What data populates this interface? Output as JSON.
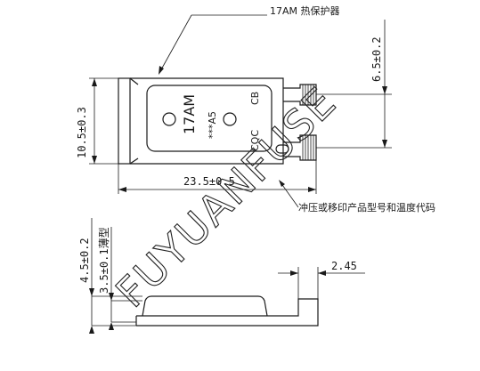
{
  "labels": {
    "part_callout": "17AM  热保护器",
    "code_callout": "冲压或移印产品型号和温度代码",
    "dim_length": "23.5±0.5",
    "dim_width": "10.5±0.3",
    "dim_terminal": "6.5±0.2",
    "dim_height": "4.5±0.2",
    "dim_height_thin": "3.5±0.1薄型",
    "dim_tab": "2.45"
  },
  "body_marking": {
    "model": "17AM",
    "temp_code": "***A5",
    "cert_cb": "CB",
    "cert_cqc": "CQC"
  },
  "watermark": "FUYUANFUSE"
}
